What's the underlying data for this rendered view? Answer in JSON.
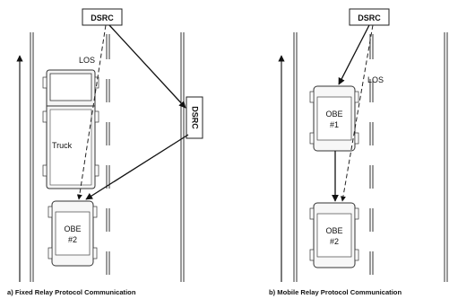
{
  "left_panel": {
    "caption": "a) Fixed Relay Protocol Communication",
    "top_unit_label": "DSRC",
    "side_unit_label": "DSRC",
    "los_label": "LOS",
    "truck_label": "Truck",
    "obe_label_line1": "OBE",
    "obe_label_line2": "#2"
  },
  "right_panel": {
    "caption": "b) Mobile Relay Protocol Communication",
    "top_unit_label": "DSRC",
    "los_label": "LOS",
    "obe1_label_line1": "OBE",
    "obe1_label_line2": "#1",
    "obe2_label_line1": "OBE",
    "obe2_label_line2": "#2"
  }
}
